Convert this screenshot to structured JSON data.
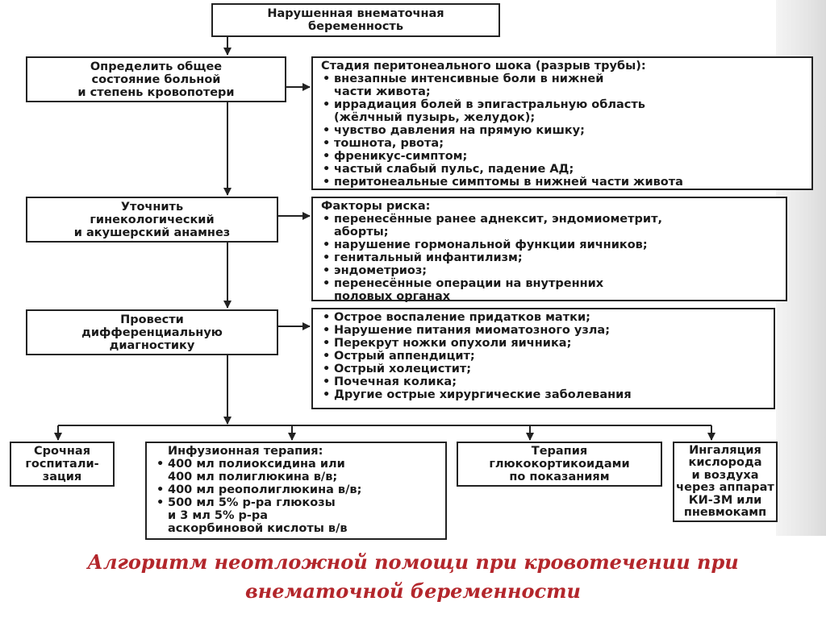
{
  "top": {
    "lines": [
      "Нарушенная внематочная",
      "беременность"
    ]
  },
  "steps": [
    {
      "lines": [
        "Определить общее",
        "состояние больной",
        "и степень кровопотери"
      ]
    },
    {
      "lines": [
        "Уточнить",
        "гинекологический",
        "и акушерский анамнез"
      ]
    },
    {
      "lines": [
        "Провести",
        "дифференциальную",
        "диагностику"
      ]
    }
  ],
  "info": [
    {
      "heading": "Стадия перитонеального шока (разрыв трубы):",
      "items": [
        {
          "text": "внезапные интенсивные боли в нижней",
          "cont": "части живота;"
        },
        {
          "text": "иррадиация болей в эпигастральную область",
          "cont": "(жёлчный пузырь, желудок);"
        },
        {
          "text": "чувство давления на прямую кишку;"
        },
        {
          "text": "тошнота, рвота;"
        },
        {
          "text": "френикус-симптом;"
        },
        {
          "text": "частый слабый пульс, падение АД;"
        },
        {
          "text": "перитонеальные симптомы в нижней части живота"
        }
      ]
    },
    {
      "heading": "Факторы риска:",
      "items": [
        {
          "text": "перенесённые ранее аднексит, эндомиометрит,",
          "cont": "аборты;"
        },
        {
          "text": "нарушение гормональной функции яичников;"
        },
        {
          "text": "генитальный инфантилизм;"
        },
        {
          "text": "эндометриоз;"
        },
        {
          "text": "перенесённые операции на внутренних",
          "cont": "половых органах"
        }
      ]
    },
    {
      "heading": "",
      "items": [
        {
          "text": "Острое воспаление придатков матки;"
        },
        {
          "text": "Нарушение питания миоматозного узла;"
        },
        {
          "text": "Перекрут ножки опухоли яичника;"
        },
        {
          "text": "Острый аппендицит;"
        },
        {
          "text": "Острый холецистит;"
        },
        {
          "text": "Почечная колика;"
        },
        {
          "text": "Другие острые хирургические заболевания"
        }
      ]
    }
  ],
  "outcomes": {
    "hospital": {
      "lines": [
        "Срочная",
        "госпитали-",
        "зация"
      ]
    },
    "infusion": {
      "heading": "Инфузионная терапия:",
      "items": [
        {
          "text": "400 мл полиоксидина или",
          "cont": "400 мл полиглюкина в/в;"
        },
        {
          "text": "400 мл реополиглюкина в/в;"
        },
        {
          "text": "500 мл 5% р-ра глюкозы",
          "cont": "и 3 мл 5% р-ра",
          "cont2": "аскорбиновой кислоты в/в"
        }
      ]
    },
    "gluco": {
      "lines": [
        "Терапия",
        "глюкокортикоидами",
        "по показаниям"
      ]
    },
    "oxygen": {
      "lines": [
        "Ингаляция",
        "кислорода",
        "и воздуха",
        "через аппарат",
        "КИ-3М или",
        "пневмокамп"
      ]
    }
  },
  "caption": {
    "line1": "Алгоритм неотложной помощи при кровотечении при",
    "line2": "внематочной беременности"
  },
  "colors": {
    "caption": "#b3262b",
    "ink": "#1a1a1a",
    "bleed": "#dadada"
  }
}
